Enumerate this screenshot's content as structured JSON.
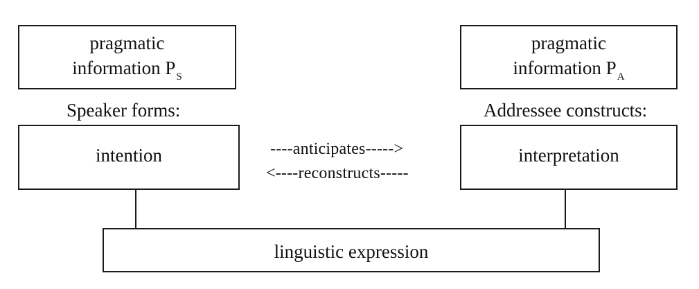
{
  "speaker": {
    "pragmatic_line1": "pragmatic",
    "pragmatic_line2": "information P",
    "pragmatic_subscript": "S",
    "caption": "Speaker forms:",
    "box_label": "intention"
  },
  "addressee": {
    "pragmatic_line1": "pragmatic",
    "pragmatic_line2": "information P",
    "pragmatic_subscript": "A",
    "caption": "Addressee constructs:",
    "box_label": "interpretation"
  },
  "relations": {
    "forward": "----anticipates----->",
    "backward": "<----reconstructs-----"
  },
  "bottom": {
    "label": "linguistic expression"
  }
}
